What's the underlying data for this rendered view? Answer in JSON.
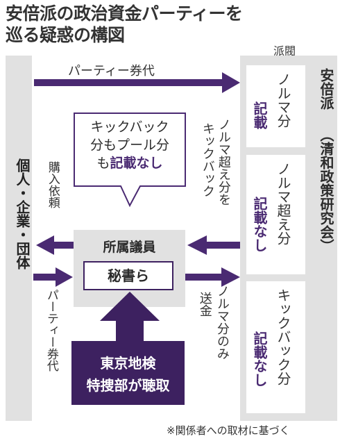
{
  "title": {
    "line1": "安倍派の政治資金パーティーを",
    "line2": "巡る疑惑の構図"
  },
  "faction": {
    "header": "派閥",
    "name": "安倍派",
    "subname": "（清和政策研究会）",
    "rows": [
      {
        "item": "ノルマ分",
        "status": "記載"
      },
      {
        "item": "ノルマ超え分",
        "status": "記載なし"
      },
      {
        "item": "キックバック分",
        "status": "記載なし"
      }
    ]
  },
  "left_party": {
    "label": "個人・企業・団体"
  },
  "lawmaker": {
    "header": "所属議員",
    "secretary": "秘書ら"
  },
  "callout": {
    "line1": "キックバック",
    "line2": "分もプール分",
    "line3_prefix": "も",
    "line3_bold": "記載なし"
  },
  "investigator": {
    "line1": "東京地検",
    "line2": "特捜部が聴取"
  },
  "arrows": {
    "party_ticket_top": "パーティー券代",
    "purchase_request": "購入依頼",
    "party_ticket_left": "パーティー券代",
    "kickback_line1": "ノルマ超え分を",
    "kickback_line2": "キックバック",
    "send_line1": "送金",
    "send_line2": "ノルマ分のみ"
  },
  "footnote": "※関係者への取材に基づく",
  "colors": {
    "purple": "#4a2a72",
    "purple_dark": "#3d2160",
    "grey": "#e1e1e1",
    "investigator_bg": "#3d2160"
  }
}
